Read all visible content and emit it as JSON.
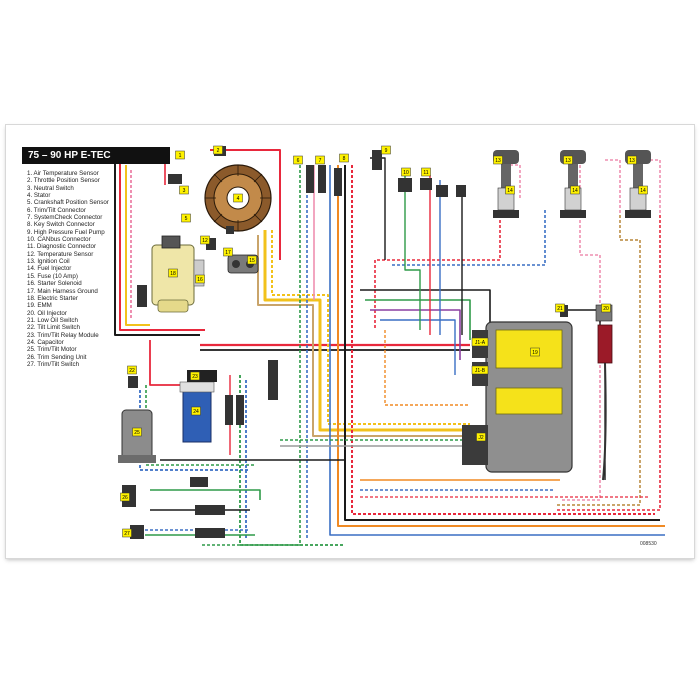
{
  "diagram": {
    "title": "75 – 90 HP  E-TEC",
    "legend": [
      "1. Air Temperature Sensor",
      "2. Throttle Position Sensor",
      "3. Neutral Switch",
      "4. Stator",
      "5. Crankshaft Position Sensor",
      "6. Trim/Tilt Connector",
      "7. SystemCheck Connector",
      "8. Key Switch Connector",
      "9. High Pressure Fuel Pump",
      "10. CANbus Connector",
      "11. Diagnostic Connector",
      "12. Temperature Sensor",
      "13. Ignition Coil",
      "14. Fuel Injector",
      "15. Fuse (10 Amp)",
      "16. Starter Solenoid",
      "17. Main Harness Ground",
      "18. Electric Starter",
      "19. EMM",
      "20. Oil Injector",
      "21. Low Oil Switch",
      "22. Tilt Limit Switch",
      "23. Trim/Tilt Relay Module",
      "24. Capacitor",
      "25. Trim/Tilt Motor",
      "26. Trim Sending Unit",
      "27. Trim/Tilt Switch"
    ],
    "callouts": {
      "n1": "1",
      "n2": "2",
      "n3": "3",
      "n4": "4",
      "n5": "5",
      "n6": "6",
      "n7": "7",
      "n8": "8",
      "n9": "9",
      "n10": "10",
      "n11": "11",
      "n12": "12",
      "n13a": "13",
      "n13b": "13",
      "n13c": "13",
      "n14a": "14",
      "n14b": "14",
      "n14c": "14",
      "n15": "15",
      "n16": "16",
      "n17": "17",
      "n18": "18",
      "n19": "19",
      "n20": "20",
      "n21": "21",
      "n22": "22",
      "n23": "23",
      "n24": "24",
      "n25": "25",
      "n26": "26",
      "n27": "27",
      "j1a": "J1-A",
      "j1b": "J1-B",
      "j2": "J2"
    },
    "sheet_code": "008530",
    "colors": {
      "red": "#e8283c",
      "yellow": "#f2c21b",
      "black": "#1a1a1a",
      "blue": "#3a6fc4",
      "green": "#2e9a48",
      "orange": "#f08a24",
      "tan": "#c9a46a",
      "pink": "#ee8fb0",
      "purple": "#8a3fa0",
      "gray": "#9a9a9a",
      "emm_body": "#8f8f8f",
      "emm_label": "#f5e21a"
    }
  }
}
